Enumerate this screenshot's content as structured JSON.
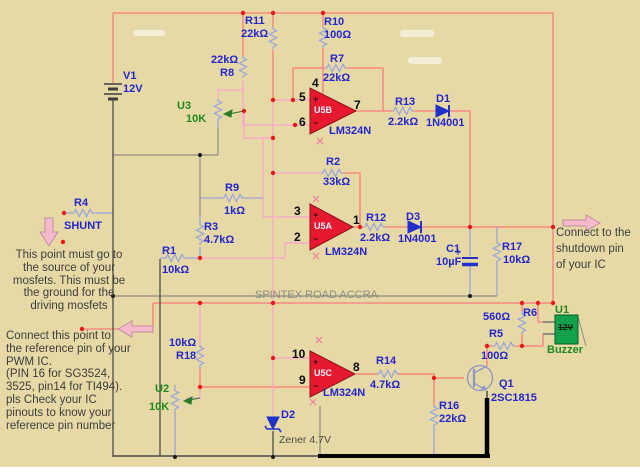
{
  "colors": {
    "bg": "#e7d9a5",
    "wire-red": "#f97c7c",
    "wire-pink": "#fba3cf",
    "wire-lead": "#9aa6dc",
    "dot-red": "#e81818",
    "opamp": "#e6192e",
    "buzzer": "#12a14b",
    "label-blue": "#2326cf",
    "label-green": "#1e8a1e"
  },
  "schematic": {
    "power": {
      "ref": "V1",
      "value": "12V"
    },
    "resistors": {
      "r1": {
        "ref": "R1",
        "value": "10kΩ"
      },
      "r2": {
        "ref": "R2",
        "value": "33kΩ"
      },
      "r3": {
        "ref": "R3",
        "value": "4.7kΩ"
      },
      "r4": {
        "ref": "R4",
        "value": "SHUNT"
      },
      "r5": {
        "ref": "R5",
        "value": "100Ω"
      },
      "r6": {
        "ref": "R6",
        "value": "560Ω"
      },
      "r7": {
        "ref": "R7",
        "value": "22kΩ"
      },
      "r8": {
        "ref": "R8",
        "value": "22kΩ"
      },
      "r9": {
        "ref": "R9",
        "value": "1kΩ"
      },
      "r10": {
        "ref": "R10",
        "value": "100Ω"
      },
      "r11": {
        "ref": "R11",
        "value": "22kΩ"
      },
      "r12": {
        "ref": "R12",
        "value": "2.2kΩ"
      },
      "r13": {
        "ref": "R13",
        "value": "2.2kΩ"
      },
      "r14": {
        "ref": "R14",
        "value": "4.7kΩ"
      },
      "r16": {
        "ref": "R16",
        "value": "22kΩ"
      },
      "r17": {
        "ref": "R17",
        "value": "10kΩ"
      },
      "r18": {
        "ref": "R18",
        "value": "10kΩ"
      }
    },
    "potentiometers": {
      "u3": {
        "ref": "U3",
        "value": "10K"
      },
      "u2": {
        "ref": "U2",
        "value": "10K"
      }
    },
    "opamps": {
      "marks": {
        "plus": "+",
        "minus": "−"
      },
      "u5b": {
        "ref": "U5B",
        "part": "LM324N",
        "pin4": "4",
        "pin5": "5",
        "pin6": "6",
        "pin7": "7"
      },
      "u5a": {
        "ref": "U5A",
        "part": "LM324N",
        "pin3": "3",
        "pin2": "2",
        "pin1": "1"
      },
      "u5c": {
        "ref": "U5C",
        "part": "LM324N",
        "pin10": "10",
        "pin9": "9",
        "pin8": "8"
      }
    },
    "diodes": {
      "d1": {
        "ref": "D1",
        "part": "1N4001"
      },
      "d3": {
        "ref": "D3",
        "part": "1N4001"
      },
      "d2": {
        "ref": "D2",
        "part": "Zener 4.7V"
      }
    },
    "capacitor": {
      "ref": "C1",
      "value": "10µF"
    },
    "transistor": {
      "ref": "Q1",
      "part": "2SC1815"
    },
    "buzzer": {
      "ref": "U1",
      "label": "Buzzer",
      "marking": "12V"
    },
    "watermark": "SPINTEX ROAD ACCRA",
    "notes": {
      "mosfet_note": [
        "This point must go to",
        "the source of your",
        "mosfets. This must be",
        "the ground for the",
        "driving mosfets"
      ],
      "reference_note": [
        "Connect this point to",
        "the reference pin of your",
        "PWM IC.",
        "(PIN 16 for SG3524,",
        "3525, pin14 for TI494).",
        "pls Check your IC",
        "pinouts to know your",
        "reference pin number"
      ],
      "shutdown_note": [
        "Connect to the",
        "shutdown pin",
        "of your IC"
      ]
    }
  }
}
